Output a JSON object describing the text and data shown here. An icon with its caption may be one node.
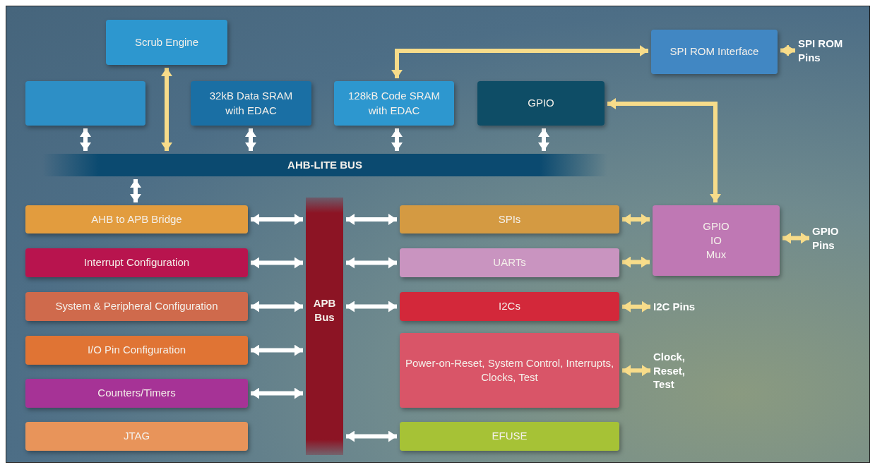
{
  "diagram": {
    "nodes": [
      {
        "text": [
          "Scrub Engine"
        ]
      },
      {
        "text": [],
        "shape": "box"
      },
      {
        "text": [
          "32kB Data SRAM with EDAC"
        ]
      },
      {
        "text": [
          "128kB Code SRAM with EDAC"
        ]
      },
      {
        "text": [
          "GPIO"
        ]
      },
      {
        "text": [
          "SPI ROM Interface"
        ]
      },
      {
        "text": [
          "AHB-LITE BUS"
        ]
      },
      {
        "text": [
          "AHB to APB Bridge"
        ]
      },
      {
        "text": [
          "Interrupt Configuration"
        ]
      },
      {
        "text": [
          "System & Peripheral Configuration"
        ]
      },
      {
        "text": [
          "I/O Pin Configuration"
        ]
      },
      {
        "text": [
          "Counters/Timers"
        ]
      },
      {
        "text": [
          "JTAG"
        ]
      },
      {
        "text": [
          "APB Bus"
        ]
      },
      {
        "text": [
          "SPIs"
        ]
      },
      {
        "text": [
          "UARTs"
        ]
      },
      {
        "text": [
          "I2Cs"
        ]
      },
      {
        "text": [
          "Power-on-Reset, System Control, Interrupts, Clocks, Test"
        ]
      },
      {
        "text": [
          "EFUSE"
        ]
      },
      {
        "text": [
          "GPIO IO Mux"
        ]
      },
      {
        "text": [
          "SPI ROM Pins"
        ]
      },
      {
        "text": [
          "GPIO Pins"
        ]
      },
      {
        "text": [
          "I2C Pins"
        ]
      },
      {
        "text": [
          "Clock, Reset, Test"
        ]
      }
    ],
    "edges": [
      {
        "from": 1,
        "to": 6,
        "arrow": "both"
      },
      {
        "from": 0,
        "to": 6,
        "arrow": "both",
        "color": "#f7dc8a"
      },
      {
        "from": 2,
        "to": 6,
        "arrow": "both"
      },
      {
        "from": 3,
        "to": 6,
        "arrow": "both"
      },
      {
        "from": 4,
        "to": 6,
        "arrow": "both"
      },
      {
        "from": 3,
        "to": 5,
        "arrow": "both",
        "color": "#f7dc8a"
      },
      {
        "from": 4,
        "to": 19,
        "arrow": "both",
        "color": "#f7dc8a"
      },
      {
        "from": 5,
        "to": 20,
        "arrow": "both",
        "color": "#f7dc8a"
      },
      {
        "from": 6,
        "to": 7,
        "arrow": "both"
      },
      {
        "from": 7,
        "to": 13,
        "arrow": "both"
      },
      {
        "from": 8,
        "to": 13,
        "arrow": "both"
      },
      {
        "from": 9,
        "to": 13,
        "arrow": "both"
      },
      {
        "from": 10,
        "to": 13,
        "arrow": "both"
      },
      {
        "from": 11,
        "to": 13,
        "arrow": "both"
      },
      {
        "from": 13,
        "to": 14,
        "arrow": "both"
      },
      {
        "from": 13,
        "to": 15,
        "arrow": "both"
      },
      {
        "from": 13,
        "to": 16,
        "arrow": "both"
      },
      {
        "from": 13,
        "to": 18,
        "arrow": "both"
      },
      {
        "from": 14,
        "to": 19,
        "arrow": "both",
        "color": "#f7dc8a"
      },
      {
        "from": 15,
        "to": 19,
        "arrow": "both",
        "color": "#f7dc8a"
      },
      {
        "from": 19,
        "to": 21,
        "arrow": "both",
        "color": "#f7dc8a"
      },
      {
        "from": 16,
        "to": 22,
        "arrow": "both",
        "color": "#f7dc8a"
      },
      {
        "from": 17,
        "to": 23,
        "arrow": "both",
        "color": "#f7dc8a"
      }
    ]
  }
}
